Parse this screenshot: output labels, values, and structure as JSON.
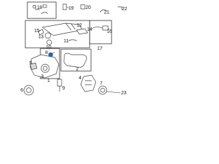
{
  "callouts": {
    "c1": "1",
    "c2": "2",
    "c3": "3",
    "c4": "4",
    "c5": "5",
    "c6": "6",
    "c7": "7",
    "c8": "8",
    "c9": "9",
    "c10": "10",
    "c11": "11",
    "c12": "12",
    "c13": "13",
    "c14": "14",
    "c15": "15",
    "c16": "16",
    "c17": "17",
    "c18": "18",
    "c19": "19",
    "c20": "20",
    "c21": "21",
    "c22": "22",
    "c23": "23"
  },
  "colors": {
    "highlight_part": "#1d6fd6",
    "line": "#2b2b2b",
    "background": "#ffffff"
  }
}
